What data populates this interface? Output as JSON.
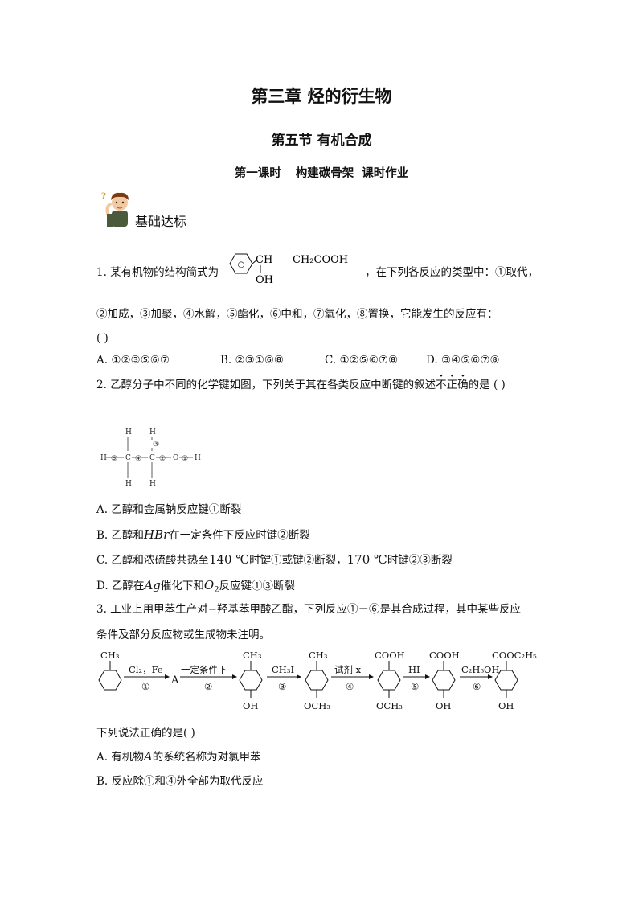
{
  "header": {
    "chapter": "第三章  烃的衍生物",
    "section": "第五节    有机合成",
    "lesson_a": "第一课时",
    "lesson_b": "构建碳骨架",
    "lesson_c": "课时作业"
  },
  "basic_section": {
    "label": "基础达标"
  },
  "q1": {
    "intro": "1. 某有机物的结构简式为",
    "after_struct": "，在下列各反应的类型中：①取代，",
    "line2": "②加成，③加聚，④水解，⑤酯化，⑥中和，⑦氧化，⑧置换，它能发生的反应有：",
    "paren": "(    )",
    "structure": {
      "ch": "CH",
      "dash": "—",
      "ch2cooh": "CH₂COOH",
      "oh": "OH",
      "ring_label": "○"
    },
    "options": [
      {
        "letter": "A.",
        "text": "①②③⑤⑥⑦"
      },
      {
        "letter": "B.",
        "text": "②③①⑥⑧"
      },
      {
        "letter": "C.",
        "text": "①②⑤⑥⑦⑧"
      },
      {
        "letter": "D.",
        "text": "③④⑤⑥⑦⑧"
      }
    ]
  },
  "q2": {
    "stem_a": "2. 乙醇分子中不同的化学键如图，下列关于其在各类反应中断键的叙述",
    "stem_dot1": "不",
    "stem_dot2": "正",
    "stem_dot3": "确",
    "stem_b": "的是 (    )",
    "diagram": {
      "h": "H",
      "c": "C",
      "o": "O",
      "b1": "①",
      "b2": "②",
      "b3": "③",
      "b4": "④",
      "b5": "⑤"
    },
    "options": [
      {
        "text": "A.  乙醇和金属钠反应键①断裂"
      },
      {
        "pre": "B.  乙醇和",
        "em": "HBr",
        "post": "在一定条件下反应时键②断裂"
      },
      {
        "pre": "C.  乙醇和浓硫酸共热至",
        "num1": "140 ℃",
        "mid": "时键①或键②断裂，",
        "num2": "170 ℃",
        "post": "时键②③断裂"
      },
      {
        "pre": "D.  乙醇在",
        "em": "Ag",
        "mid": "催化下和",
        "o2": "O",
        "o2sub": "2",
        "post": "反应键①③断裂"
      }
    ]
  },
  "q3": {
    "line1": "3. 工业上用甲苯生产对−羟基苯甲酸乙酯，下列反应①－⑥是其合成过程，其中某些反应",
    "line2": "条件及部分反应物或生成物未注明。",
    "scheme": {
      "ch3": "CH₃",
      "cooh": "COOH",
      "cooc2h5": "COOC₂H₅",
      "oh": "OH",
      "och3": "OCH₃",
      "a": "A",
      "r1_top": "Cl₂，Fe",
      "r1_n": "①",
      "r2_top": "一定条件下",
      "r2_n": "②",
      "r3_top": "CH₃I",
      "r3_n": "③",
      "r4_top": "试剂 x",
      "r4_n": "④",
      "r5_top": "HI",
      "r5_n": "⑤",
      "r6_top": "C₂H₅OH",
      "r6_n": "⑥"
    },
    "ask": "下列说法正确的是(    )",
    "optA_pre": "A.  有机物",
    "optA_em": "A",
    "optA_post": "的系统名称为对氯甲苯",
    "optB": "B.  反应除①和④外全部为取代反应"
  }
}
